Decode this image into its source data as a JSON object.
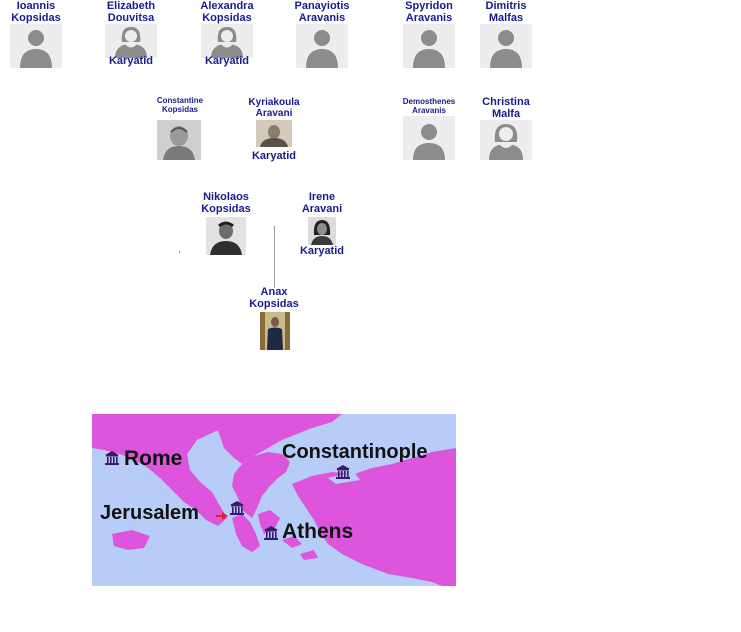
{
  "people": [
    {
      "id": "ioannis",
      "first": "Ioannis",
      "last": "Kopsidas",
      "gender": "male",
      "photo": "silhouette",
      "badge": ""
    },
    {
      "id": "elizabeth",
      "first": "Elizabeth",
      "last": "Douvitsa",
      "gender": "female",
      "photo": "silhouette",
      "badge": "Karyatid"
    },
    {
      "id": "alexandra",
      "first": "Alexandra",
      "last": "Kopsidas",
      "gender": "female",
      "photo": "silhouette",
      "badge": "Karyatid"
    },
    {
      "id": "panayiotis",
      "first": "Panayiotis",
      "last": "Aravanis",
      "gender": "male",
      "photo": "silhouette",
      "badge": ""
    },
    {
      "id": "spyridon",
      "first": "Spyridon",
      "last": "Aravanis",
      "gender": "male",
      "photo": "silhouette",
      "badge": ""
    },
    {
      "id": "dimitris",
      "first": "Dimitris",
      "last": "Malfas",
      "gender": "male",
      "photo": "silhouette",
      "badge": ""
    },
    {
      "id": "constantine",
      "first": "Constantine",
      "last": "Kopsidas",
      "gender": "male",
      "photo": "portrait-sketch",
      "badge": ""
    },
    {
      "id": "kyriakoula",
      "first": "Kyriakoula",
      "last": "Aravani",
      "gender": "female",
      "photo": "portrait-photo",
      "badge": "Karyatid"
    },
    {
      "id": "demosthenes",
      "first": "Demosthenes",
      "last": "Aravanis",
      "gender": "male",
      "photo": "silhouette",
      "badge": ""
    },
    {
      "id": "christina",
      "first": "Christina",
      "last": "Malfa",
      "gender": "female",
      "photo": "silhouette",
      "badge": ""
    },
    {
      "id": "nikolaos",
      "first": "Nikolaos",
      "last": "Kopsidas",
      "gender": "male",
      "photo": "portrait-photo",
      "badge": ""
    },
    {
      "id": "irene",
      "first": "Irene",
      "last": "Aravani",
      "gender": "female",
      "photo": "portrait-photo",
      "badge": "Karyatid"
    },
    {
      "id": "anax",
      "first": "Anax",
      "last": "Kopsidas",
      "gender": "male",
      "photo": "portrait-photo",
      "badge": ""
    }
  ],
  "map": {
    "labels": {
      "rome": "Rome",
      "constantinople": "Constantinople",
      "jerusalem": "Jerusalem",
      "athens": "Athens"
    },
    "icon": "temple-icon",
    "colors": {
      "land": "#dd55dd",
      "sea": "#b7ccf7",
      "icon": "#3a1a6e",
      "arrow": "#e02020"
    }
  },
  "colors": {
    "name": "#1a1a8c",
    "photo_bg": "#ededed",
    "silhouette": "#8c8c8c"
  }
}
